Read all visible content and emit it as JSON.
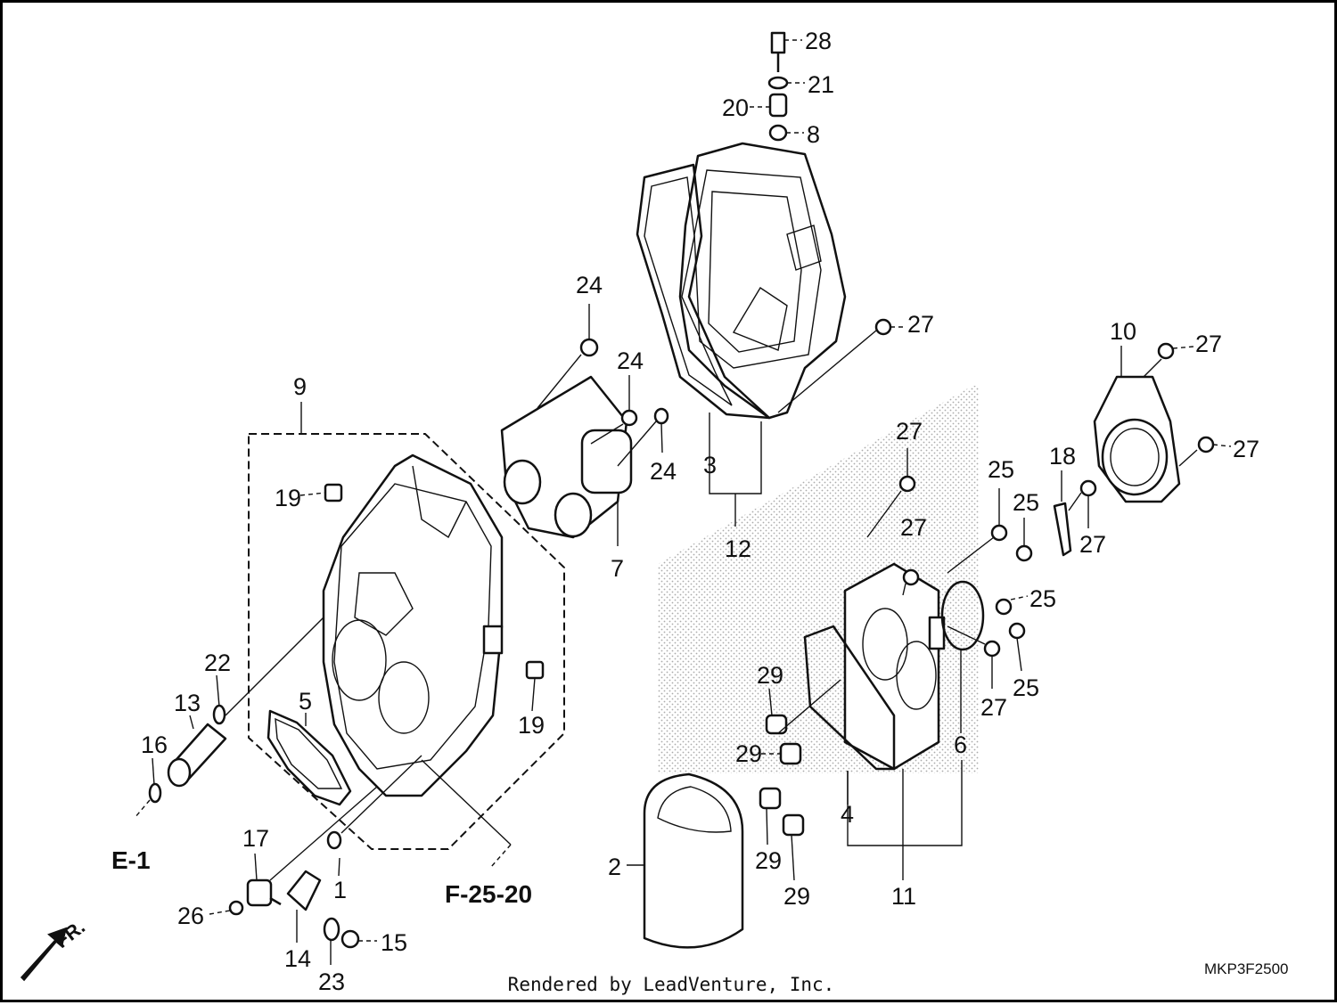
{
  "callouts": [
    {
      "n": "28"
    },
    {
      "n": "21"
    },
    {
      "n": "20"
    },
    {
      "n": "8"
    },
    {
      "n": "27"
    },
    {
      "n": "27"
    },
    {
      "n": "27"
    },
    {
      "n": "27"
    },
    {
      "n": "27"
    },
    {
      "n": "27"
    },
    {
      "n": "27"
    },
    {
      "n": "24"
    },
    {
      "n": "24"
    },
    {
      "n": "24"
    },
    {
      "n": "10"
    },
    {
      "n": "9"
    },
    {
      "n": "3"
    },
    {
      "n": "12"
    },
    {
      "n": "7"
    },
    {
      "n": "19"
    },
    {
      "n": "19"
    },
    {
      "n": "18"
    },
    {
      "n": "25"
    },
    {
      "n": "25"
    },
    {
      "n": "25"
    },
    {
      "n": "25"
    },
    {
      "n": "22"
    },
    {
      "n": "13"
    },
    {
      "n": "16"
    },
    {
      "n": "5"
    },
    {
      "n": "29"
    },
    {
      "n": "29"
    },
    {
      "n": "29"
    },
    {
      "n": "29"
    },
    {
      "n": "6"
    },
    {
      "n": "4"
    },
    {
      "n": "11"
    },
    {
      "n": "2"
    },
    {
      "n": "17"
    },
    {
      "n": "26"
    },
    {
      "n": "1"
    },
    {
      "n": "14"
    },
    {
      "n": "23"
    },
    {
      "n": "15"
    }
  ],
  "refs": {
    "e1": "E-1",
    "f2520": "F-25-20",
    "front": "FR."
  },
  "diagram_code": "MKP3F2500",
  "render_credit": "Rendered by LeadVenture, Inc."
}
